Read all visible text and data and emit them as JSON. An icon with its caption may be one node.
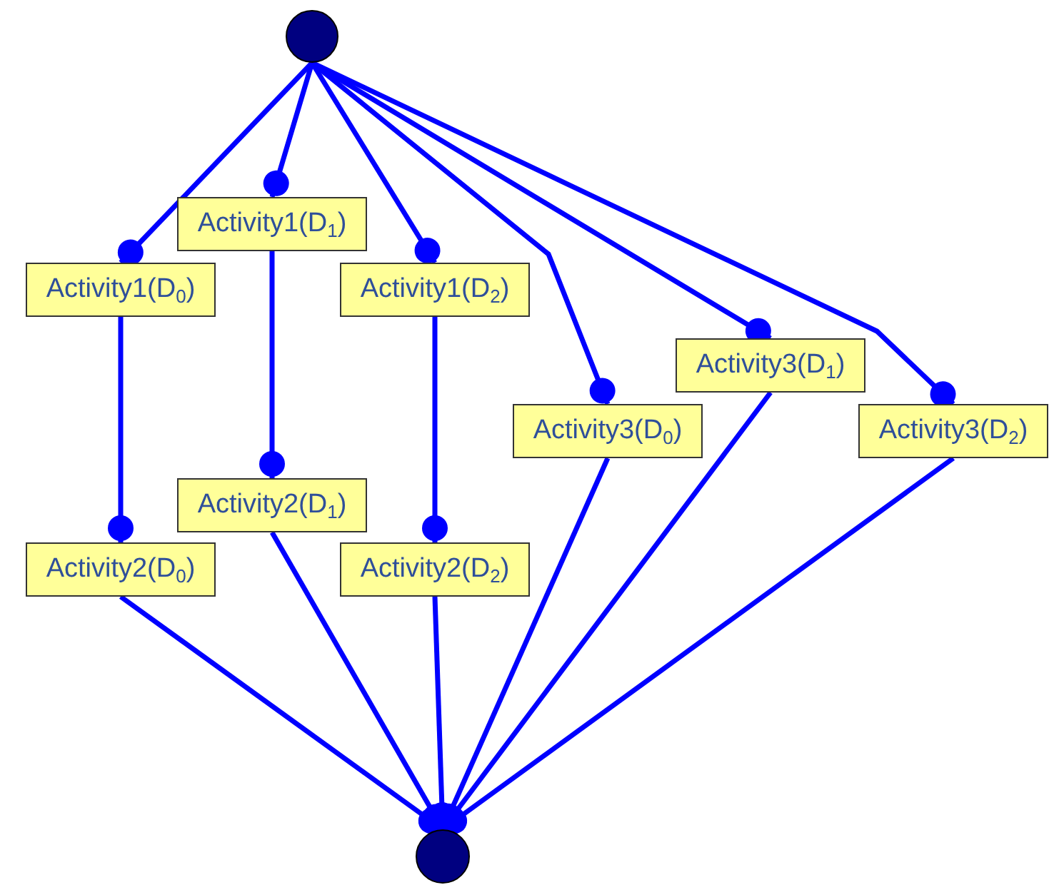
{
  "diagram": {
    "nodes": [
      {
        "text": [],
        "shape": "circle"
      },
      {
        "text": [
          "Activity1(D$_{1}$)"
        ]
      },
      {
        "text": [
          "Activity1(D$_{0}$)"
        ]
      },
      {
        "text": [
          "Activity1(D$_{2}$)"
        ]
      },
      {
        "text": [
          "Activity3(D$_{1}$)"
        ]
      },
      {
        "text": [
          "Activity3(D$_{0}$)"
        ]
      },
      {
        "text": [
          "Activity3(D$_{2}$)"
        ]
      },
      {
        "text": [
          "Activity2(D$_{1}$)"
        ]
      },
      {
        "text": [
          "Activity2(D$_{0}$)"
        ]
      },
      {
        "text": [
          "Activity2(D$_{2}$)"
        ]
      },
      {
        "text": [],
        "shape": "circle"
      }
    ],
    "edges": [
      {
        "from": 0,
        "to": 1,
        "arrow": "other"
      },
      {
        "from": 0,
        "to": 2,
        "arrow": "other"
      },
      {
        "from": 0,
        "to": 3,
        "arrow": "other"
      },
      {
        "from": 0,
        "to": 4,
        "arrow": "other"
      },
      {
        "from": 0,
        "to": 5,
        "arrow": "other"
      },
      {
        "from": 0,
        "to": 6,
        "arrow": "other"
      },
      {
        "from": 1,
        "to": 7,
        "arrow": "other"
      },
      {
        "from": 2,
        "to": 8,
        "arrow": "other"
      },
      {
        "from": 3,
        "to": 9,
        "arrow": "other"
      },
      {
        "from": 8,
        "to": 10,
        "arrow": "other"
      },
      {
        "from": 7,
        "to": 10,
        "arrow": "other"
      },
      {
        "from": 9,
        "to": 10,
        "arrow": "other"
      },
      {
        "from": 5,
        "to": 10,
        "arrow": "other"
      },
      {
        "from": 4,
        "to": 10,
        "arrow": "other"
      },
      {
        "from": 6,
        "to": 10,
        "arrow": "other"
      }
    ]
  }
}
